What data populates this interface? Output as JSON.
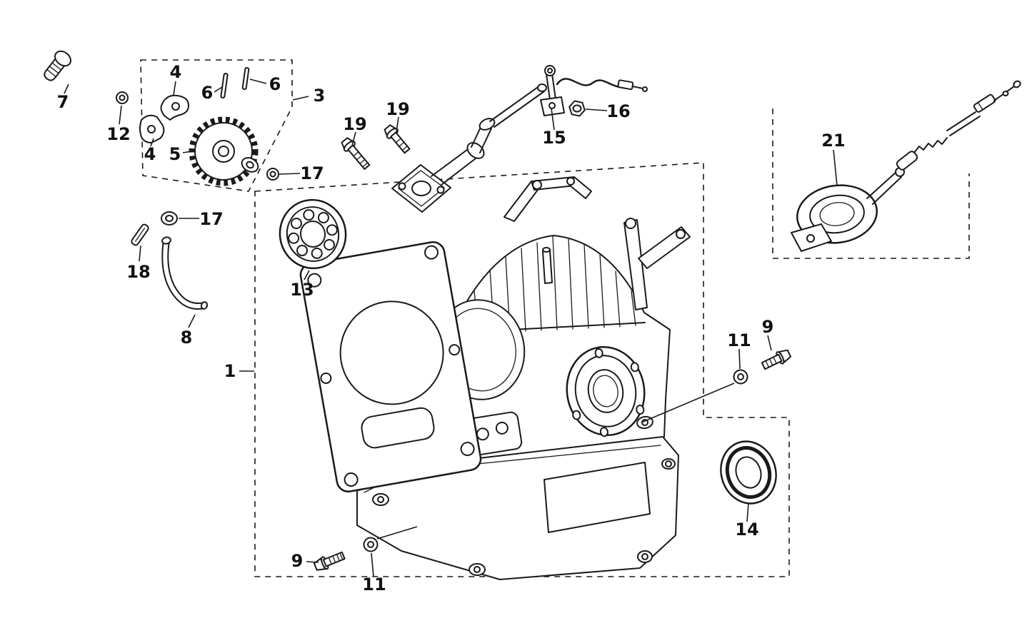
{
  "diagram": {
    "type": "exploded-parts-diagram",
    "colors": {
      "background": "#ffffff",
      "line": "#1a1a1a"
    },
    "callouts": [
      "7",
      "12",
      "4",
      "6",
      "6",
      "3",
      "4",
      "5",
      "17",
      "17",
      "18",
      "8",
      "13",
      "1",
      "19",
      "19",
      "15",
      "16",
      "21",
      "9",
      "11",
      "14",
      "9",
      "11"
    ]
  }
}
